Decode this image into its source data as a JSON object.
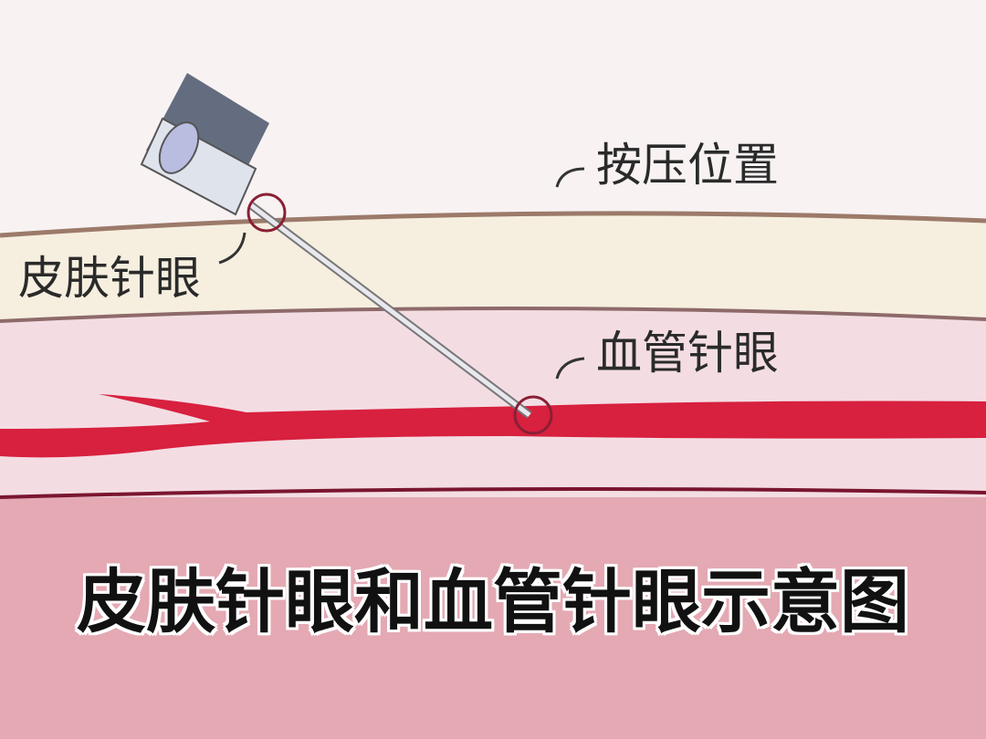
{
  "labels": {
    "press_position": "按压位置",
    "skin_puncture": "皮肤针眼",
    "vessel_puncture": "血管针眼"
  },
  "title": "皮肤针眼和血管针眼示意图",
  "colors": {
    "background": "#f8f2f2",
    "skin_layer": "#f6efdf",
    "tissue_layer": "#f3dde3",
    "deep_layer": "#e4a9b3",
    "vessel": "#d8203f",
    "marker_circle": "#8a1f35"
  }
}
